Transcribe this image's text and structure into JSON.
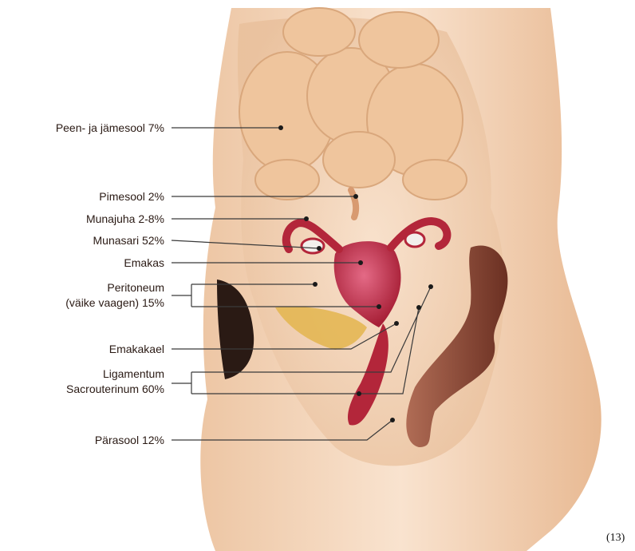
{
  "labels": {
    "small_large_intestine": "Peen- ja jämesool 7%",
    "appendix": "Pimesool 2%",
    "fallopian_tube": "Munajuha 2-8%",
    "ovary": "Munasari 52%",
    "uterus": "Emakas",
    "peritoneum_line1": "Peritoneum",
    "peritoneum_line2": "(väike vaagen) 15%",
    "cervix": "Emakakael",
    "ligament_line1": "Ligamentum",
    "ligament_line2": "Sacrouterinum 60%",
    "rectum": "Pärasool 12%"
  },
  "figure_number": "(13)",
  "colors": {
    "skin_light": "#f6dcc4",
    "skin_mid": "#e9bd98",
    "organ_red": "#b3263a",
    "rectum_brown": "#8a4b3a",
    "leader_line": "#3a3a3a"
  }
}
